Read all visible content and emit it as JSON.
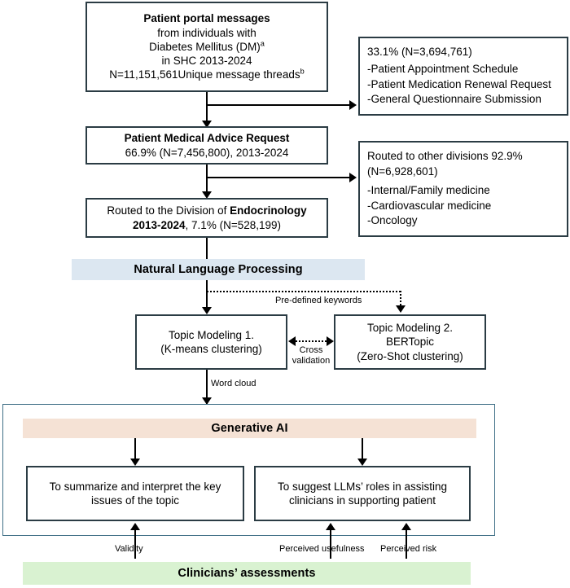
{
  "diagram": {
    "title": "Patient portal message analysis flowchart",
    "colors": {
      "box_border": "#2b3c44",
      "nlp_banner_bg": "#dce7f1",
      "genai_banner_bg": "#f5e2d5",
      "clinicians_banner_bg": "#d9f2d1",
      "outer_region_border": "#3f6f86"
    }
  },
  "nodes": {
    "patient_portal": {
      "title": "Patient portal messages",
      "line2": "from individuals with",
      "line3": "Diabetes Mellitus (DM)",
      "line3_sup": "a",
      "line4": "in SHC 2013-2024",
      "line5": "N=11,151,561Unique message threads",
      "line5_sup": "b"
    },
    "excluded_requests": {
      "stat": "33.1% (N=3,694,761)",
      "items": [
        "-Patient Appointment Schedule",
        "-Patient Medication Renewal Request",
        "-General Questionnaire Submission"
      ]
    },
    "medical_advice": {
      "title": "Patient Medical Advice Request",
      "stat": "66.9% (N=7,456,800), 2013-2024"
    },
    "other_divisions": {
      "line1": "Routed to other divisions 92.9%",
      "line2": "(N=6,928,601)",
      "items": [
        "-Internal/Family medicine",
        "-Cardiovascular medicine",
        "-Oncology"
      ]
    },
    "endocrinology": {
      "prefix": "Routed to the Division of ",
      "bold1": "Endocrinology",
      "bold2": "2013-2024",
      "suffix": ", 7.1% (N=528,199)"
    },
    "nlp_banner": {
      "label": "Natural Language Processing"
    },
    "topic_modeling_1": {
      "line1": "Topic Modeling 1.",
      "line2": "(K-means clustering)"
    },
    "topic_modeling_2": {
      "line1": "Topic Modeling 2.",
      "line2": "BERTopic",
      "line3": "(Zero-Shot clustering)"
    },
    "generative_ai_banner": {
      "label": "Generative AI"
    },
    "summarize_box": {
      "line1": "To summarize and interpret the key",
      "line2": "issues of the topic"
    },
    "llm_roles_box": {
      "line1": "To suggest LLMs’ roles in assisting",
      "line2": "clinicians in supporting patient"
    },
    "clinicians_banner": {
      "label": "Clinicians’ assessments"
    }
  },
  "edge_labels": {
    "pre_defined_keywords": "Pre-defined keywords",
    "cross_validation_line1": "Cross",
    "cross_validation_line2": "validation",
    "word_cloud": "Word cloud",
    "validity": "Validity",
    "perceived_usefulness": "Perceived usefulness",
    "perceived_risk": "Perceived risk"
  }
}
